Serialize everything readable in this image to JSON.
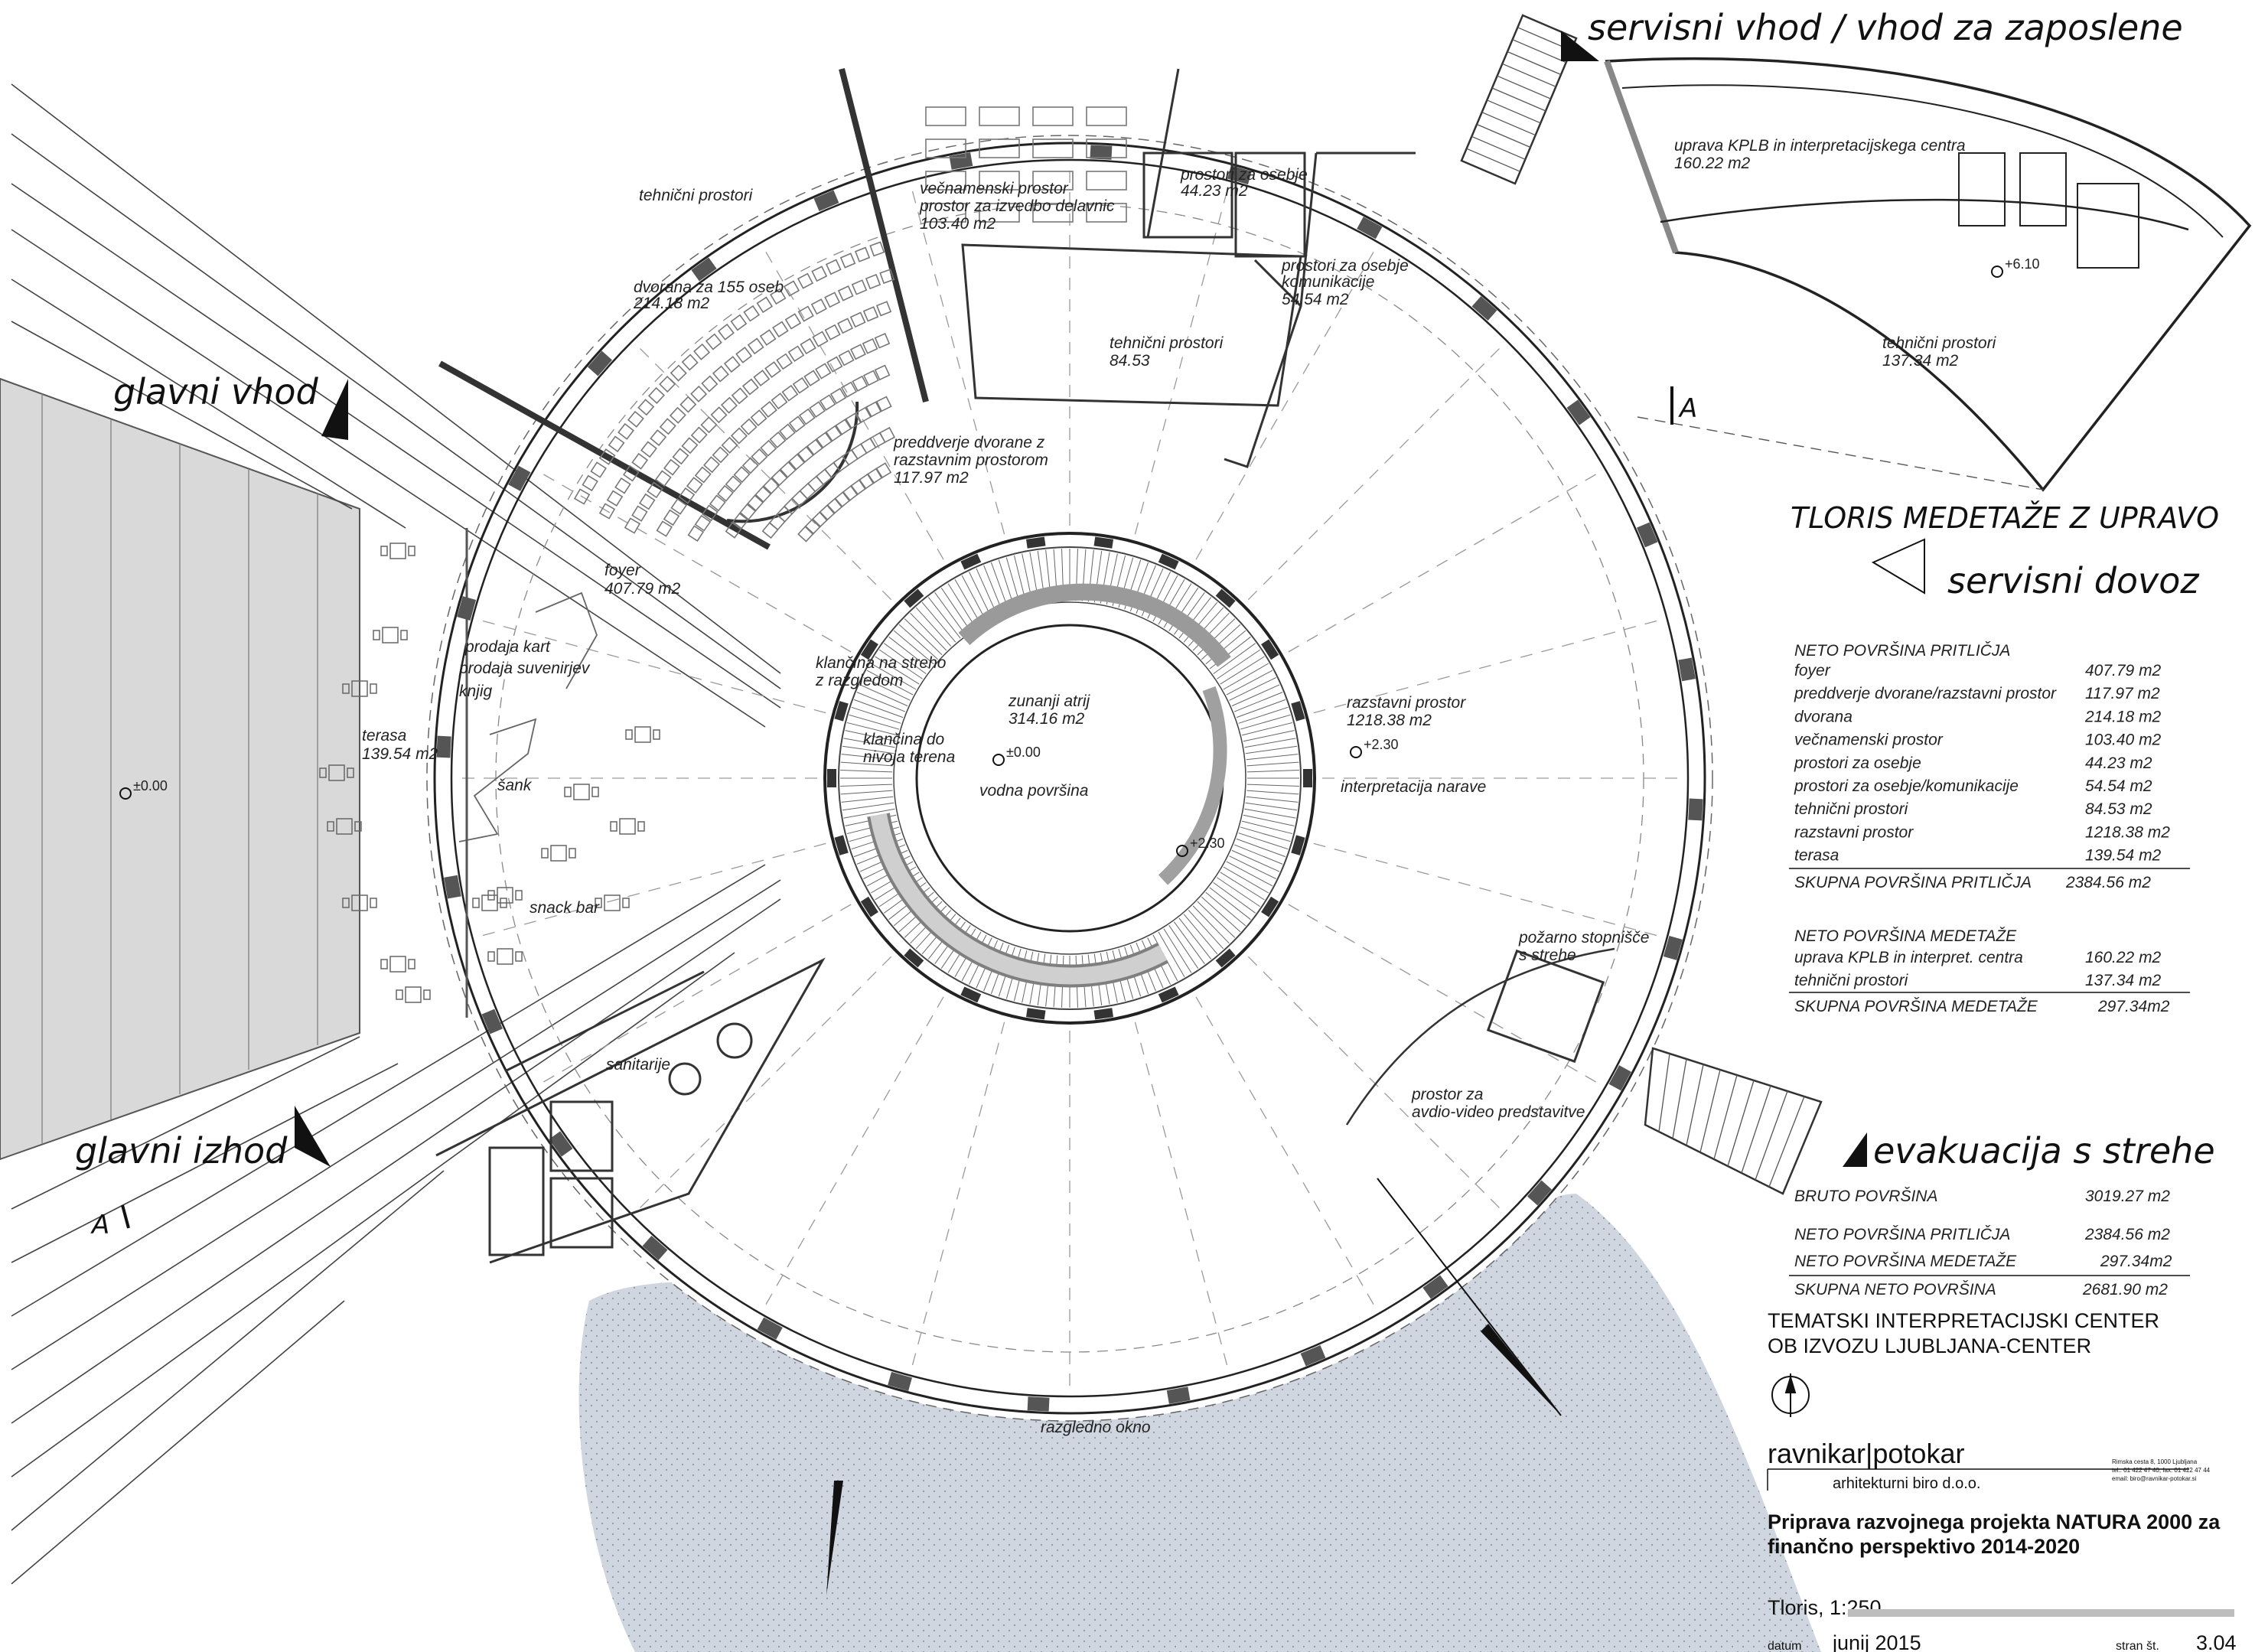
{
  "headings": {
    "servisni_vhod": "servisni vhod / vhod za zaposlene",
    "glavni_vhod": "glavni vhod",
    "glavni_izhod": "glavni izhod",
    "tloris_medetaze": "TLORIS MEDETAŽE Z UPRAVO",
    "servisni_dovoz": "servisni dovoz",
    "evakuacija": "evakuacija s strehe"
  },
  "section_marks": [
    "A",
    "A"
  ],
  "levels": [
    "±0.00",
    "±0.00",
    "+2.30",
    "+2.30",
    "+6.10"
  ],
  "rooms": {
    "tehnicni1": "tehnični prostori",
    "dvorana": "dvorana za 155 oseb",
    "dvorana_area": "214.18 m2",
    "vecnamenski1": "večnamenski prostor",
    "vecnamenski2": "prostor za izvedbo delavnic",
    "vecnamenski_area": "103.40 m2",
    "osebje": "prostori za osebje",
    "osebje_area": "44.23 m2",
    "osebje_kom1": "prostori za osebje",
    "osebje_kom2": "komunikacije",
    "osebje_kom_area": "54.54 m2",
    "tehnicni2": "tehnični prostori",
    "tehnicni2_area": "84.53",
    "preddverje1": "preddverje dvorane z",
    "preddverje2": "razstavnim prostorom",
    "preddverje_area": "117.97 m2",
    "foyer": "foyer",
    "foyer_area": "407.79 m2",
    "prodaja1": "prodaja kart",
    "prodaja2": "prodaja suvenirjev",
    "prodaja3": "knjig",
    "sank": "šank",
    "terasa": "terasa",
    "terasa_area": "139.54 m2",
    "snack": "snack bar",
    "klancina1a": "klančina na streho",
    "klancina1b": "z razgledom",
    "klancina2a": "klančina do",
    "klancina2b": "nivoja terena",
    "atrij": "zunanji atrij",
    "atrij_area": "314.16 m2",
    "vodna": "vodna površina",
    "razstavni": "razstavni prostor",
    "razstavni_area": "1218.38 m2",
    "interpretacija": "interpretacija narave",
    "pozarno1": "požarno stopnišče",
    "pozarno2": "s strehe",
    "avdio1": "prostor za",
    "avdio2": "avdio-video predstavitve",
    "sanitarije": "sanitarije",
    "razgledno": "razgledno okno",
    "uprava": "uprava KPLB in interpretacijskega centra",
    "uprava_area": "160.22 m2",
    "tehnicni3": "tehnični prostori",
    "tehnicni3_area": "137.34 m2"
  },
  "table_pritlicje": {
    "header": "NETO POVRŠINA PRITLIČJA",
    "rows": [
      {
        "name": "foyer",
        "value": "407.79 m2"
      },
      {
        "name": "preddverje dvorane/razstavni prostor",
        "value": "117.97 m2"
      },
      {
        "name": "dvorana",
        "value": "214.18 m2"
      },
      {
        "name": "večnamenski prostor",
        "value": "103.40 m2"
      },
      {
        "name": "prostori za osebje",
        "value": "44.23 m2"
      },
      {
        "name": "prostori za osebje/komunikacije",
        "value": "54.54 m2"
      },
      {
        "name": "tehnični prostori",
        "value": "84.53 m2"
      },
      {
        "name": "razstavni prostor",
        "value": "1218.38 m2"
      },
      {
        "name": "terasa",
        "value": "139.54 m2"
      }
    ],
    "total_label": "SKUPNA POVRŠINA PRITLIČJA",
    "total_value": "2384.56 m2"
  },
  "table_medetaza": {
    "header": "NETO POVRŠINA MEDETAŽE",
    "rows": [
      {
        "name": "uprava KPLB in interpret. centra",
        "value": "160.22 m2"
      },
      {
        "name": "tehnični prostori",
        "value": "137.34 m2"
      }
    ],
    "total_label": "SKUPNA POVRŠINA MEDETAŽE",
    "total_value": "297.34m2"
  },
  "table_bruto": {
    "rows": [
      {
        "name": "BRUTO POVRŠINA",
        "value": "3019.27 m2"
      },
      {
        "name": "NETO POVRŠINA PRITLIČJA",
        "value": "2384.56 m2"
      },
      {
        "name": "NETO POVRŠINA MEDETAŽE",
        "value": "297.34m2"
      }
    ],
    "total_label": "SKUPNA NETO POVRŠINA",
    "total_value": "2681.90 m2"
  },
  "titleblock": {
    "project1": "TEMATSKI INTERPRETACIJSKI CENTER",
    "project2": "OB IZVOZU LJUBLJANA-CENTER",
    "firm1": "ravnikar|potokar",
    "firm2": "arhitekturni biro d.o.o.",
    "address1": "Rimska cesta 8, 1000 Ljubljana",
    "address2": "tel.: 01 422 47 40, fax: 01 422 47 44",
    "address3": "email: biro@ravnikar-potokar.si",
    "desc1": "Priprava razvojnega projekta NATURA 2000 za",
    "desc2": "finančno perspektivo 2014-2020",
    "drawing": "Tloris, 1:250",
    "datum_label": "datum",
    "datum": "junij 2015",
    "stran_label": "stran št.",
    "stran": "3.04"
  }
}
